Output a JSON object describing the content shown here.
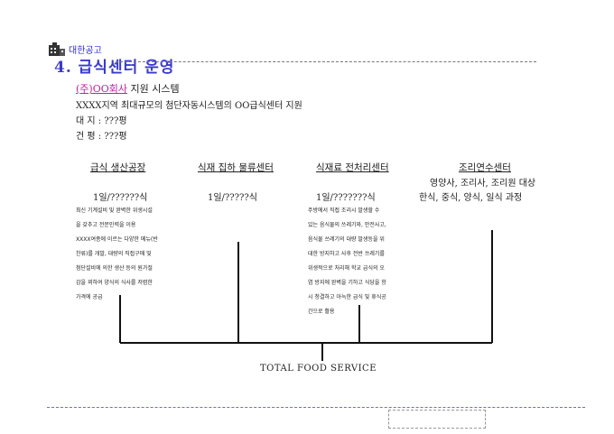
{
  "header": {
    "brand": "대한공고",
    "title": "4. 급식센터 운영"
  },
  "intro": {
    "company": "(주)OO회사",
    "system": " 지원 시스템",
    "line1": "XXXX지역 최대규모의 첨단자동시스템의 OO급식센터 지원",
    "line2": "대  지 : ???평",
    "line3": "건  평 : ???평"
  },
  "columns": [
    {
      "heading": "급식 생산공장",
      "capacity": "1일/??????식",
      "desc": [
        "최신 기계설비 및 완벽한 위생시설",
        "을 갖추고 전문인력을 이용",
        "XXXX여종에 이르는 다양한 메뉴(반",
        "찬류)를 개발, 대량의 직접구매 및",
        "첨단설비에 의한 생산 등의 원가절",
        "감을 꾀하여 양식의 식사를 저렴한",
        "가격에 공급"
      ]
    },
    {
      "heading": "식재 집하 물류센터",
      "capacity": "1일/?????식"
    },
    {
      "heading": "식재료 전처리센터",
      "capacity": "1일/???????식",
      "desc": [
        "주방에서 직접 조리시 발생할  수",
        "있는 음식물의 쓰레기와, 안전사고,",
        "  음식물 쓰레기의 대량 발생등을 위",
        "대한 방지하고 사후 전반 쓰레기를",
        "위생적으로 처리해 학교 급식의 오",
        "염 방지에 완벽을 기하고 식당을 항",
        "시 청결하고 아늑한 급식 및 휴식공",
        "간으로 활용"
      ]
    },
    {
      "heading": "조리연수센터",
      "target": "영양사, 조리사, 조리원 대상",
      "courses": "한식, 중식, 양식, 일식 과정"
    }
  ],
  "footer": {
    "label": "TOTAL FOOD SERVICE"
  }
}
